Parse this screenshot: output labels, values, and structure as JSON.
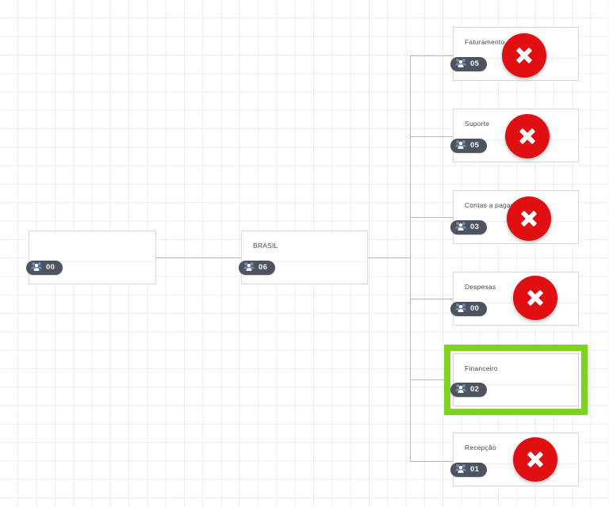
{
  "canvas": {
    "background": "#ffffff",
    "grid_color": "#ededed",
    "connector_color": "#b9b9b9"
  },
  "colors": {
    "node_border": "#d9d9d9",
    "node_background": "#ffffff",
    "title_text": "#4a4a55",
    "badge_background": "#4e5360",
    "badge_text": "#ffffff",
    "badge_icon": "#5b7fa6",
    "status_error": "#e00f12",
    "selected_outline": "#7ed321"
  },
  "chart": {
    "type": "org-chart",
    "orientation": "left-to-right"
  },
  "nodes": {
    "root": {
      "id": "root",
      "title": "",
      "member_count": "00",
      "selected": false,
      "has_error": false,
      "icon": "people-group-icon"
    },
    "brasil": {
      "id": "brasil",
      "title": "BRASIL",
      "member_count": "06",
      "selected": false,
      "has_error": false,
      "icon": "people-group-icon"
    },
    "children": [
      {
        "id": "faturamento",
        "title": "Faturamento",
        "member_count": "05",
        "selected": false,
        "has_error": true,
        "icon": "people-group-icon",
        "error_icon": "close-circle-icon"
      },
      {
        "id": "suporte",
        "title": "Suporte",
        "member_count": "05",
        "selected": false,
        "has_error": true,
        "icon": "people-group-icon",
        "error_icon": "close-circle-icon"
      },
      {
        "id": "contas-a-pagar",
        "title": "Contas a pagar",
        "member_count": "03",
        "selected": false,
        "has_error": true,
        "icon": "people-group-icon",
        "error_icon": "close-circle-icon"
      },
      {
        "id": "despesas",
        "title": "Despesas",
        "member_count": "00",
        "selected": false,
        "has_error": true,
        "icon": "people-group-icon",
        "error_icon": "close-circle-icon"
      },
      {
        "id": "financeiro",
        "title": "Financeiro",
        "member_count": "02",
        "selected": true,
        "has_error": false,
        "icon": "people-group-icon"
      },
      {
        "id": "recepcao",
        "title": "Recepção",
        "member_count": "01",
        "selected": false,
        "has_error": true,
        "icon": "people-group-icon",
        "error_icon": "close-circle-icon"
      }
    ]
  }
}
